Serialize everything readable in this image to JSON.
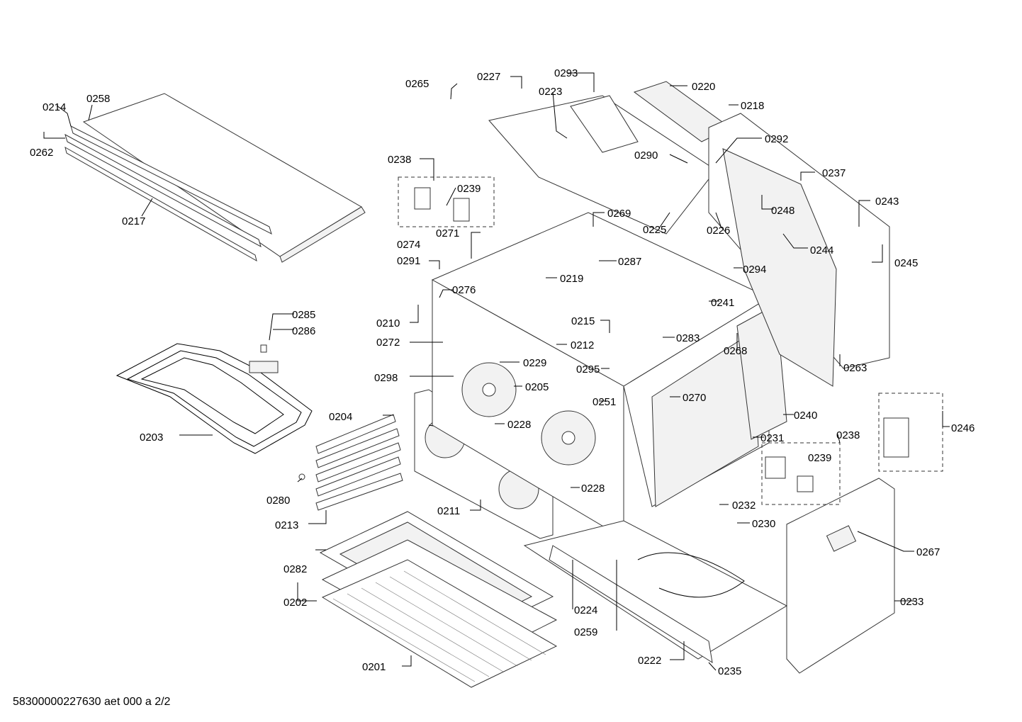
{
  "drawing_id": "58300000227630 aet 000 a 2/2",
  "labels": {
    "p0265": "0265",
    "p0227": "0227",
    "p0293": "0293",
    "p0223": "0223",
    "p0220": "0220",
    "p0218": "0218",
    "p0292": "0292",
    "p0290": "0290",
    "p0237": "0237",
    "p0238a": "0238",
    "p0239a": "0239",
    "p0248": "0248",
    "p0243": "0243",
    "p0269": "0269",
    "p0225": "0225",
    "p0226": "0226",
    "p0271": "0271",
    "p0244": "0244",
    "p0274": "0274",
    "p0245": "0245",
    "p0291": "0291",
    "p0287": "0287",
    "p0294": "0294",
    "p0219": "0219",
    "p0276": "0276",
    "p0241": "0241",
    "p0210": "0210",
    "p0215": "0215",
    "p0283": "0283",
    "p0272": "0272",
    "p0212": "0212",
    "p0268": "0268",
    "p0263": "0263",
    "p0229": "0229",
    "p0295": "0295",
    "p0298": "0298",
    "p0205": "0205",
    "p0270": "0270",
    "p0251": "0251",
    "p0240": "0240",
    "p0228a": "0228",
    "p0231": "0231",
    "p0238b": "0238",
    "p0239b": "0239",
    "p0246": "0246",
    "p0228b": "0228",
    "p0211": "0211",
    "p0232": "0232",
    "p0230": "0230",
    "p0267": "0267",
    "p0224": "0224",
    "p0233": "0233",
    "p0259": "0259",
    "p0222": "0222",
    "p0235": "0235",
    "p0214": "0214",
    "p0258": "0258",
    "p0262": "0262",
    "p0217": "0217",
    "p0285": "0285",
    "p0286": "0286",
    "p0203": "0203",
    "p0204": "0204",
    "p0280": "0280",
    "p0213": "0213",
    "p0282": "0282",
    "p0202": "0202",
    "p0201": "0201"
  }
}
